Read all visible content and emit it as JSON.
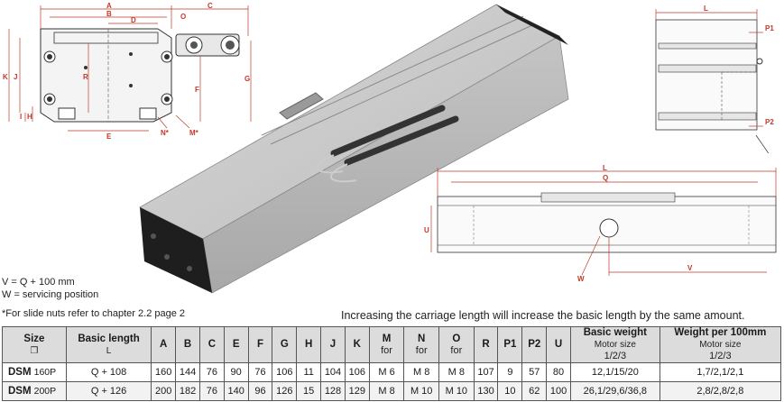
{
  "dimension_labels": {
    "front": [
      "A",
      "B",
      "C",
      "D",
      "O",
      "K",
      "J",
      "R",
      "F",
      "G",
      "H",
      "I",
      "E",
      "N*",
      "M*"
    ],
    "top": [
      "L",
      "P1",
      "P2"
    ],
    "side": [
      "L",
      "Q",
      "U",
      "V",
      "W"
    ]
  },
  "notes": {
    "formula_v": "V = Q + 100 mm",
    "formula_w": "W = servicing position",
    "slide_nuts": "*For slide nuts refer to chapter 2.2 page 2",
    "carriage_notice": "Increasing the carriage length will increase the basic length by the same amount."
  },
  "table": {
    "headers": [
      {
        "label": "Size",
        "sub": "❐"
      },
      {
        "label": "Basic length",
        "sub": "L"
      },
      {
        "label": "A"
      },
      {
        "label": "B"
      },
      {
        "label": "C"
      },
      {
        "label": "E"
      },
      {
        "label": "F"
      },
      {
        "label": "G"
      },
      {
        "label": "H"
      },
      {
        "label": "J"
      },
      {
        "label": "K"
      },
      {
        "label": "M",
        "sub": "for"
      },
      {
        "label": "N",
        "sub": "for"
      },
      {
        "label": "O",
        "sub": "for"
      },
      {
        "label": "R"
      },
      {
        "label": "P1"
      },
      {
        "label": "P2"
      },
      {
        "label": "U"
      },
      {
        "label": "Basic weight",
        "sub": "Motor size",
        "sub2": "1/2/3"
      },
      {
        "label": "Weight per 100mm",
        "sub": "Motor size",
        "sub2": "1/2/3"
      }
    ],
    "rows": [
      {
        "series": "DSM",
        "size": "160P",
        "cells": [
          "Q + 108",
          "160",
          "144",
          "76",
          "90",
          "76",
          "106",
          "11",
          "104",
          "106",
          "M 6",
          "M 8",
          "M 8",
          "107",
          "9",
          "57",
          "80",
          "12,1/15/20",
          "1,7/2,1/2,1"
        ]
      },
      {
        "series": "DSM",
        "size": "200P",
        "cells": [
          "Q + 126",
          "200",
          "182",
          "76",
          "140",
          "96",
          "126",
          "15",
          "128",
          "129",
          "M 8",
          "M 10",
          "M 10",
          "130",
          "10",
          "62",
          "100",
          "26,1/29,6/36,8",
          "2,8/2,8/2,8"
        ]
      }
    ]
  },
  "colors": {
    "dimension": "#c0392b",
    "profile": "#b8b8b8",
    "header_bg": "#dcdcdc"
  }
}
